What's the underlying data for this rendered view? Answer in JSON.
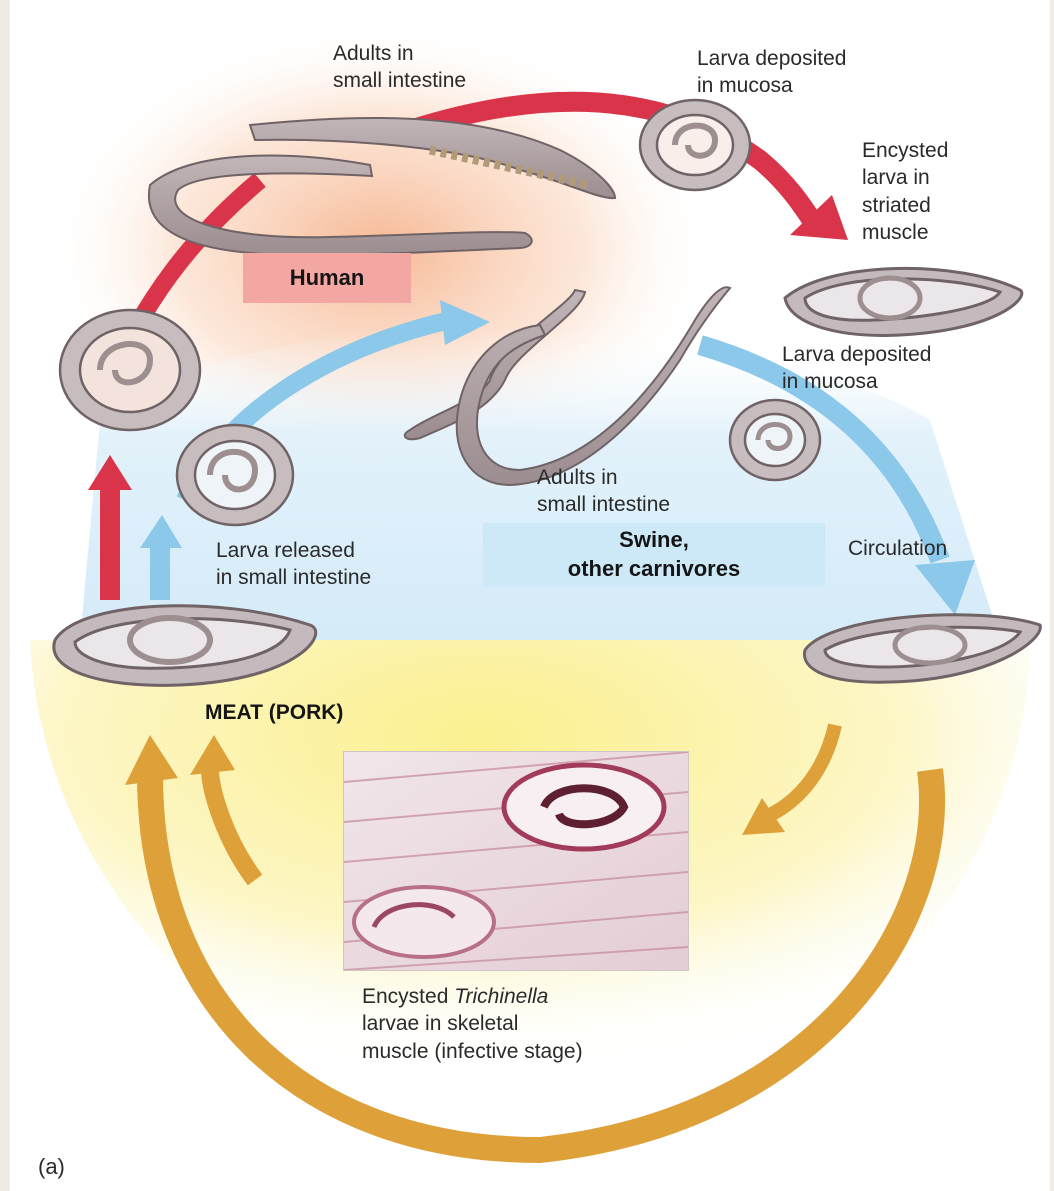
{
  "figure_label": "(a)",
  "hosts": {
    "human": "Human",
    "swine": "Swine,\nother carnivores"
  },
  "labels": {
    "adults_human": "Adults in\nsmall intestine",
    "larva_deposited_top": "Larva deposited\nin mucosa",
    "encysted_striated": "Encysted\nlarva in\nstriated\nmuscle",
    "larva_deposited_mid": "Larva deposited\nin mucosa",
    "adults_swine": "Adults in\nsmall intestine",
    "larva_released": "Larva released\nin small intestine",
    "circulation": "Circulation",
    "meat": "MEAT (PORK)",
    "caption_line1_pre": "Encysted ",
    "caption_line1_italic": "Trichinella",
    "caption_rest": "larvae in skeletal\nmuscle (infective stage)"
  },
  "colors": {
    "human_cycle": "#d9344a",
    "swine_cycle": "#8cc8ea",
    "meat_cycle": "#dea13a",
    "human_box": "#f3a7a2",
    "swine_box": "#cde9f7"
  }
}
